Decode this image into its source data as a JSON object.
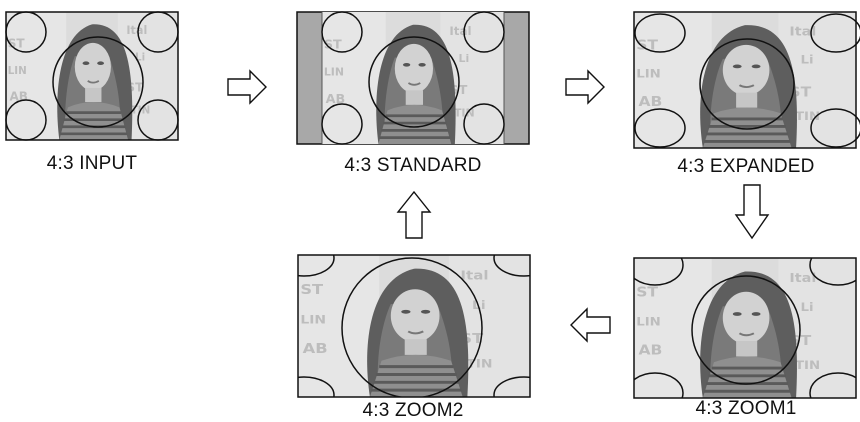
{
  "diagram": {
    "panels": {
      "input": {
        "label": "4:3 INPUT"
      },
      "standard": {
        "label": "4:3 STANDARD"
      },
      "expanded": {
        "label": "4:3 EXPANDED"
      },
      "zoom1": {
        "label": "4:3 ZOOM1"
      },
      "zoom2": {
        "label": "4:3 ZOOM2"
      }
    },
    "arrows": [
      {
        "name": "arrow-input-to-standard",
        "direction": "right"
      },
      {
        "name": "arrow-standard-to-expanded",
        "direction": "right"
      },
      {
        "name": "arrow-expanded-to-zoom1",
        "direction": "down"
      },
      {
        "name": "arrow-zoom1-to-zoom2",
        "direction": "left"
      },
      {
        "name": "arrow-zoom2-to-standard",
        "direction": "up"
      }
    ],
    "colors": {
      "pillarbox": "#a8a8a8",
      "outline": "#111111",
      "image_base": "#c9c9c9"
    }
  }
}
